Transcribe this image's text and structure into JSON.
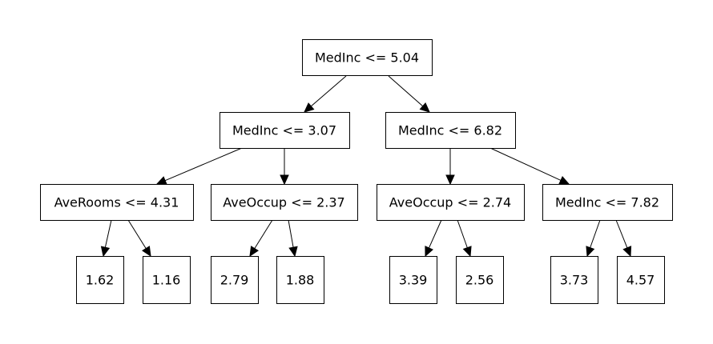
{
  "tree": {
    "nodes": [
      {
        "id": "n0",
        "label": "MedInc <= 5.04"
      },
      {
        "id": "n1",
        "label": "MedInc <= 3.07"
      },
      {
        "id": "n2",
        "label": "MedInc <= 6.82"
      },
      {
        "id": "n3",
        "label": "AveRooms <= 4.31"
      },
      {
        "id": "n4",
        "label": "AveOccup <= 2.37"
      },
      {
        "id": "n5",
        "label": "AveOccup <= 2.74"
      },
      {
        "id": "n6",
        "label": "MedInc <= 7.82"
      },
      {
        "id": "l0",
        "label": "1.62"
      },
      {
        "id": "l1",
        "label": "1.16"
      },
      {
        "id": "l2",
        "label": "2.79"
      },
      {
        "id": "l3",
        "label": "1.88"
      },
      {
        "id": "l4",
        "label": "3.39"
      },
      {
        "id": "l5",
        "label": "2.56"
      },
      {
        "id": "l6",
        "label": "3.73"
      },
      {
        "id": "l7",
        "label": "4.57"
      }
    ],
    "edges": [
      [
        "n0",
        "n1"
      ],
      [
        "n0",
        "n2"
      ],
      [
        "n1",
        "n3"
      ],
      [
        "n1",
        "n4"
      ],
      [
        "n2",
        "n5"
      ],
      [
        "n2",
        "n6"
      ],
      [
        "n3",
        "l0"
      ],
      [
        "n3",
        "l1"
      ],
      [
        "n4",
        "l2"
      ],
      [
        "n4",
        "l3"
      ],
      [
        "n5",
        "l4"
      ],
      [
        "n5",
        "l5"
      ],
      [
        "n6",
        "l6"
      ],
      [
        "n6",
        "l7"
      ]
    ]
  }
}
